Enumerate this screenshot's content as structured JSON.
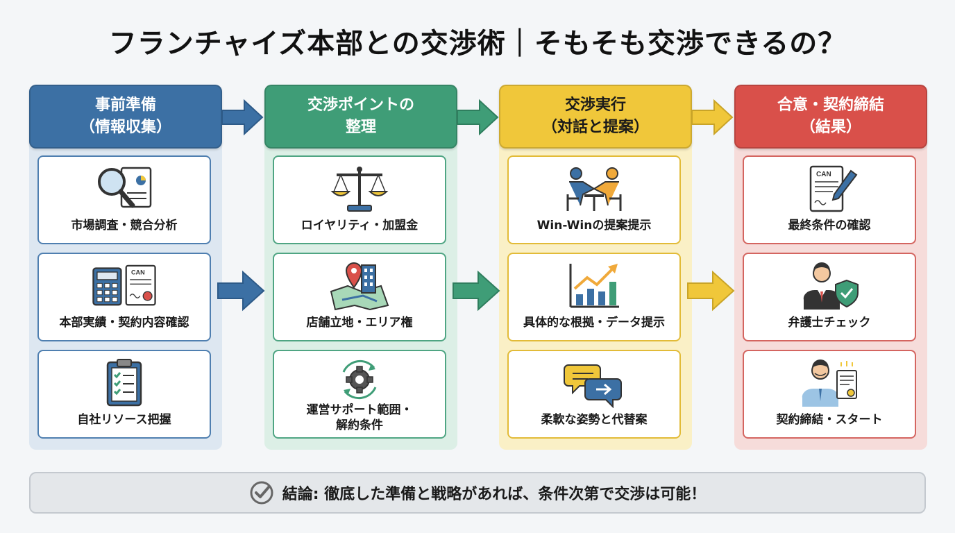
{
  "title": "フランチャイズ本部との交渉術｜そもそも交渉できるの？",
  "colors": {
    "blue": "#3c70a4",
    "green": "#3f9d77",
    "yellow": "#f0c73a",
    "red": "#d9504a"
  },
  "columns": [
    {
      "header_line1": "事前準備",
      "header_line2": "（情報収集）",
      "cards": [
        {
          "label": "市場調査・競合分析",
          "icon": "magnifier-document-icon"
        },
        {
          "label": "本部実績・契約内容確認",
          "icon": "calculator-contract-icon",
          "icon_text": "CAN"
        },
        {
          "label": "自社リソース把握",
          "icon": "clipboard-checklist-icon"
        }
      ]
    },
    {
      "header_line1": "交渉ポイントの",
      "header_line2": "整理",
      "cards": [
        {
          "label": "ロイヤリティ・加盟金",
          "icon": "balance-scale-icon"
        },
        {
          "label": "店舗立地・エリア権",
          "icon": "map-pin-building-icon"
        },
        {
          "label_line1": "運営サポート範囲・",
          "label_line2": "解約条件",
          "icon": "gear-cycle-icon"
        }
      ]
    },
    {
      "header_line1": "交渉実行",
      "header_line2": "（対話と提案）",
      "cards": [
        {
          "label": "Win-Winの提案提示",
          "icon": "handshake-icon"
        },
        {
          "label": "具体的な根拠・データ提示",
          "icon": "growth-chart-icon"
        },
        {
          "label": "柔軟な姿勢と代替案",
          "icon": "speech-bubbles-icon"
        }
      ]
    },
    {
      "header_line1": "合意・契約締結",
      "header_line2": "（結果）",
      "cards": [
        {
          "label": "最終条件の確認",
          "icon": "contract-pen-icon",
          "icon_text": "CAN"
        },
        {
          "label": "弁護士チェック",
          "icon": "lawyer-shield-icon"
        },
        {
          "label": "契約締結・スタート",
          "icon": "businessman-certificate-icon"
        }
      ]
    }
  ],
  "footer": {
    "text": "結論: 徹底した準備と戦略があれば、条件次第で交渉は可能！",
    "icon": "check-circle-icon"
  }
}
